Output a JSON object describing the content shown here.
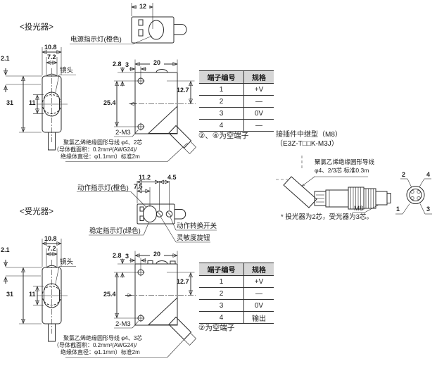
{
  "emitter": {
    "section_label": "<投光器>",
    "power_indicator_label": "电源指示灯(橙色)",
    "lens_label": "镜头",
    "screw_label": "2-M3",
    "dims": {
      "top_width": "12",
      "front_width": "10.8",
      "front_lens_width": "7.2",
      "front_top_offset": "2.1",
      "front_height": "31",
      "front_lens_dia": "11",
      "side_width": "20",
      "side_hole_v": "2.8",
      "side_hole_h": "3",
      "side_axis": "12.7",
      "side_pitch": "25.4"
    },
    "cable_note": [
      "聚氯乙烯绝缘圆形导线 φ4、2芯",
      "（导体截面积：0.2mm²(AWG24)/",
      "绝缘体直径：φ1.1mm）标准2m"
    ],
    "table": {
      "headers": [
        "端子编号",
        "规格"
      ],
      "rows": [
        {
          "pin": "1",
          "spec": "+V"
        },
        {
          "pin": "2",
          "spec": "—"
        },
        {
          "pin": "3",
          "spec": "0V"
        },
        {
          "pin": "4",
          "spec": "—"
        }
      ],
      "note": "②、④为空端子"
    }
  },
  "receiver": {
    "section_label": "<受光器>",
    "operation_indicator_label": "动作指示灯(橙色)",
    "stability_indicator_label": "稳定指示灯(绿色)",
    "mode_switch_label": "动作转换开关",
    "sensitivity_label": "灵敏度旋钮",
    "lens_label": "镜头",
    "screw_label": "2-M3",
    "dims": {
      "top_a": "11.2",
      "top_b": "4.5",
      "top_c": "7.5",
      "front_width": "10.8",
      "front_lens_width": "7.2",
      "front_top_offset": "2.1",
      "front_height": "31",
      "front_lens_dia": "11",
      "side_width": "20",
      "side_hole_v": "2.8",
      "side_hole_h": "3",
      "side_axis": "12.7",
      "side_pitch": "25.4"
    },
    "cable_note": [
      "聚氯乙烯绝缘圆形导线 φ4、3芯",
      "（导体截面积：0.2mm²(AWG24)/",
      "绝缘体直径：φ1.1mm）标准2m"
    ],
    "table": {
      "headers": [
        "端子编号",
        "规格"
      ],
      "rows": [
        {
          "pin": "1",
          "spec": "+V"
        },
        {
          "pin": "2",
          "spec": "—"
        },
        {
          "pin": "3",
          "spec": "0V"
        },
        {
          "pin": "4",
          "spec": "输出"
        }
      ],
      "note": "②为空端子"
    }
  },
  "connector": {
    "title": "接插件中继型（M8）",
    "model": "（E3Z-T□□K-M3J）",
    "cable_note": [
      "聚氯乙烯绝缘圆形导线",
      "φ4、2/3芯 标准0.3m"
    ],
    "label": "M8",
    "pins": {
      "p1": "1",
      "p2": "2",
      "p3": "3",
      "p4": "4"
    },
    "footnote": "* 投光器为2芯，受光器为3芯。"
  }
}
